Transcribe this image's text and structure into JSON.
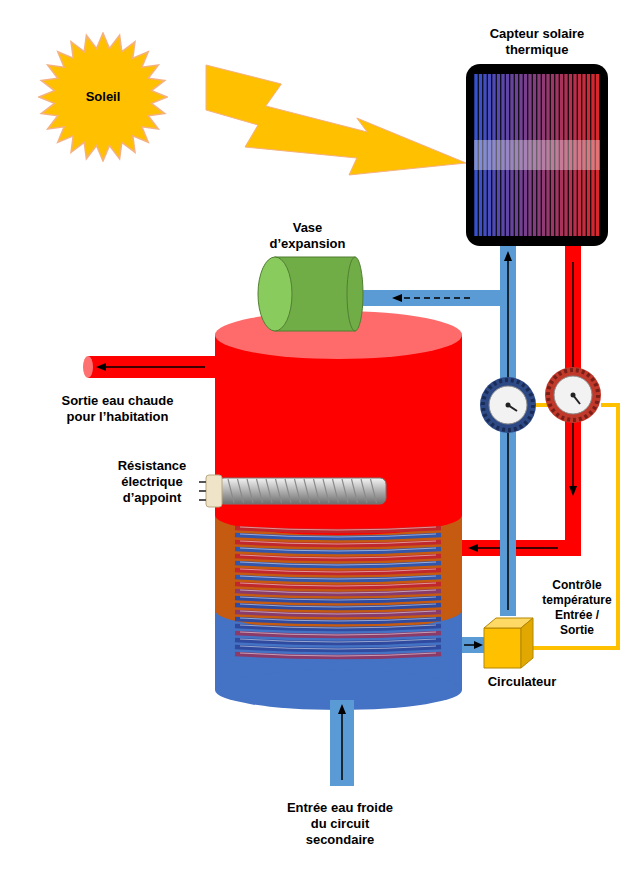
{
  "diagram": {
    "nodes": [
      {
        "text": [
          "Soleil"
        ]
      },
      {
        "text": [
          "Capteur solaire thermique"
        ]
      },
      {
        "text": [
          "Vase d’expansion"
        ]
      },
      {
        "text": [
          "Circulateur"
        ]
      }
    ],
    "edges": [
      {
        "from": 0,
        "to": 1,
        "arrow": "to"
      },
      {
        "from": 3,
        "to": 1,
        "arrow": "to"
      }
    ],
    "labels": [
      "Sortie eau chaude pour l’habitation",
      "Résistance électrique d’appoint",
      "Contrôle température Entrée / Sortie",
      "Entrée eau froide du circuit secondaire"
    ]
  }
}
